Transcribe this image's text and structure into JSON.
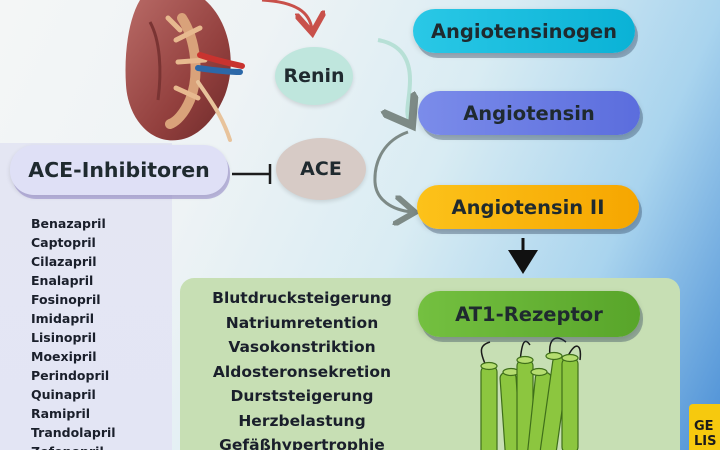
{
  "nodes": {
    "renin": "Renin",
    "ace": "ACE",
    "angiotensinogen": "Angiotensinogen",
    "angiotensin": "Angiotensin",
    "angiotensin2": "Angiotensin II",
    "at1": "AT1-Rezeptor",
    "ace_inhibitors": "ACE-Inhibitoren"
  },
  "drugs": [
    "Benazapril",
    "Captopril",
    "Cilazapril",
    "Enalapril",
    "Fosinopril",
    "Imidapril",
    "Lisinopril",
    "Moexipril",
    "Perindopril",
    "Quinapril",
    "Ramipril",
    "Trandolapril",
    "Zofenopril"
  ],
  "effects": [
    "Blutdrucksteigerung",
    "Natriumretention",
    "Vasokonstriktion",
    "Aldosteronsekretion",
    "Durststeigerung",
    "Herzbelastung",
    "Gefäßhypertrophie"
  ],
  "badge": {
    "line1": "GE",
    "line2": "LIS"
  },
  "colors": {
    "angiotensinogen": "#1fc3e0",
    "angiotensin": "#6e7fe6",
    "angiotensin2": "#fbb40c",
    "at1": "#66b634",
    "renin": "#bfe6dd",
    "ace": "#d7cbc6",
    "ace_inhibitors": "#dfe0f6",
    "effects_panel": "#c7dfb4",
    "drug_panel": "#e4e6f3",
    "badge": "#f6c90e",
    "arrow_red": "#c8504a",
    "arrow_gray": "#7d8a86"
  }
}
